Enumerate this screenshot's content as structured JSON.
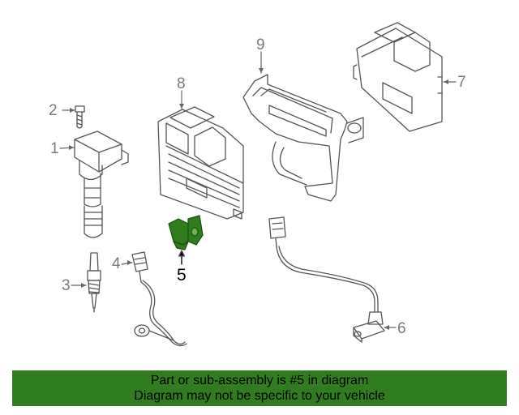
{
  "diagram": {
    "callouts": [
      {
        "id": "1",
        "label": "1"
      },
      {
        "id": "2",
        "label": "2"
      },
      {
        "id": "3",
        "label": "3"
      },
      {
        "id": "4",
        "label": "4"
      },
      {
        "id": "5",
        "label": "5",
        "highlighted": true
      },
      {
        "id": "6",
        "label": "6"
      },
      {
        "id": "7",
        "label": "7"
      },
      {
        "id": "8",
        "label": "8"
      },
      {
        "id": "9",
        "label": "9"
      }
    ],
    "highlight_color": "#2f7d1f",
    "line_color": "#555555"
  },
  "banner": {
    "line1": "Part or sub-assembly is #5 in diagram",
    "line2": "Diagram may not be specific to your vehicle",
    "background": "#2f7d1f",
    "text_color": "#000000"
  }
}
